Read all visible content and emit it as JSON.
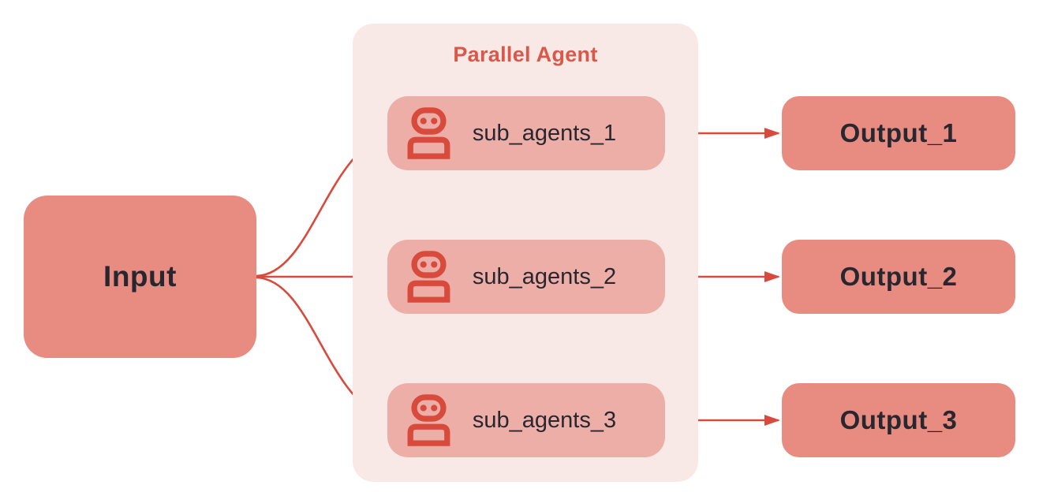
{
  "colors": {
    "background": "#ffffff",
    "node_fill": "#e88c81",
    "subagent_fill": "#ecaea6",
    "group_fill": "#f9e9e6",
    "accent_red": "#d84a3b",
    "title_red": "#d95849",
    "text_dark": "#28272f"
  },
  "diagram": {
    "input": {
      "label": "Input"
    },
    "group": {
      "title": "Parallel Agent",
      "sub_agents": [
        {
          "label": "sub_agents_1",
          "icon": "robot-icon"
        },
        {
          "label": "sub_agents_2",
          "icon": "robot-icon"
        },
        {
          "label": "sub_agents_3",
          "icon": "robot-icon"
        }
      ]
    },
    "outputs": [
      {
        "label": "Output_1"
      },
      {
        "label": "Output_2"
      },
      {
        "label": "Output_3"
      }
    ]
  }
}
